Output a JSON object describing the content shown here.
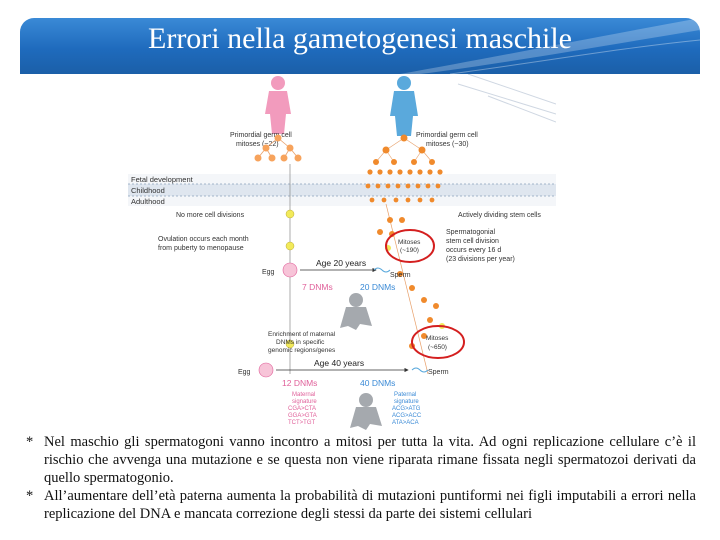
{
  "title": "Errori nella gametogenesi maschile",
  "figure": {
    "female_pgc": "Primordial germ cell",
    "female_mitoses": "mitoses (~22)",
    "male_pgc": "Primordial germ cell",
    "male_mitoses": "mitoses (~30)",
    "phase_fetal": "Fetal development",
    "phase_childhood": "Childhood",
    "phase_adulthood": "Adulthood",
    "no_more_divisions": "No more cell divisions",
    "actively_dividing": "Actively dividing stem cells",
    "ovulation_1": "Ovulation occurs each month",
    "ovulation_2": "from puberty to menopause",
    "mitoses_190_a": "Mitoses",
    "mitoses_190_b": "(~190)",
    "sperm_desc_1": "Spermatogonial",
    "sperm_desc_2": "stem cell division",
    "sperm_desc_3": "occurs every 16 d",
    "sperm_desc_4": "(23 divisions per year)",
    "egg_1": "Egg",
    "age_20": "Age 20 years",
    "sperm_1": "Sperm",
    "dnm_7": "7 DNMs",
    "dnm_20": "20 DNMs",
    "enrich_1": "Enrichment of maternal",
    "enrich_2": "DNMs in specific",
    "enrich_3": "genomic regions/genes",
    "mitoses_650_a": "Mitoses",
    "mitoses_650_b": "(~650)",
    "egg_2": "Egg",
    "age_40": "Age 40 years",
    "sperm_2": "Sperm",
    "dnm_12": "12 DNMs",
    "dnm_40": "40 DNMs",
    "maternal_sig": [
      "Maternal",
      "signature",
      "CGA>CTA",
      "GGA>GTA",
      "TCT>TGT"
    ],
    "paternal_sig": [
      "Paternal",
      "signature",
      "ACG>ATG",
      "ACG>ACC",
      "ATA>ACA"
    ]
  },
  "bullets": [
    {
      "mark": "*",
      "text": "Nel maschio gli spermatogoni vanno incontro a mitosi per tutta la vita. Ad ogni replicazione cellulare c’è il rischio che avvenga una mutazione e se questa non viene riparata rimane fissata negli spermatozoi derivati da quello spermatogonio."
    },
    {
      "mark": "*",
      "text": "All’aumentare dell’età paterna aumenta la probabilità di mutazioni puntiformi nei figli imputabili a errori nella replicazione del DNA e mancata correzione degli stessi da parte dei sistemi cellulari"
    }
  ],
  "colors": {
    "header": "#1f6bbd",
    "female": "#f29bbd",
    "male": "#5aa9dc",
    "female_cell": "#f7a35c",
    "male_cell": "#f08a2c",
    "yellow_cell": "#f2ea5a",
    "dnm_female": "#e0609a",
    "dnm_male": "#3a8ad6",
    "highlight": "#d41f1f"
  }
}
